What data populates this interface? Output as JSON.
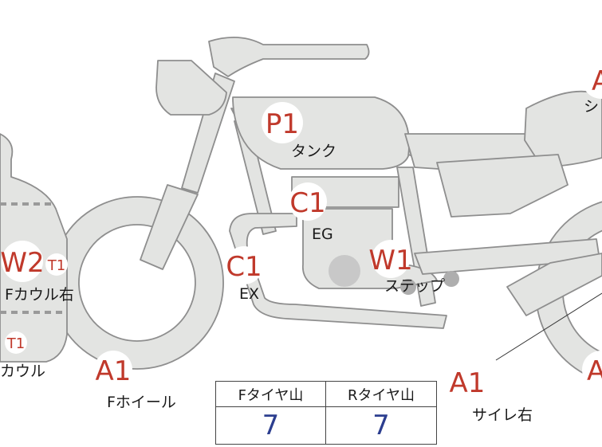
{
  "colors": {
    "body_fill": "#e3e4e2",
    "body_stroke": "#8e8e8e",
    "badge_fill": "#ffffff",
    "badge_text": "#c0392b",
    "value_text": "#2c3e8f",
    "hub_shadow": "#c8c8c8"
  },
  "badges": {
    "p1": "P1",
    "c1_eg": "C1",
    "c1_ex": "C1",
    "w1": "W1",
    "w2": "W2",
    "t1_a": "T1",
    "t1_b": "T1",
    "a1_fwheel": "A1",
    "a1_side": "A1",
    "a1_top": "A",
    "a1_right": "A"
  },
  "labels": {
    "tank": "タンク",
    "eg": "EG",
    "ex": "EX",
    "step": "ステップ",
    "fcowl_right": "Fカウル右",
    "cowl": "カウル",
    "fwheel": "Fホイール",
    "side_right": "サイレ右",
    "seat_partial": "シ"
  },
  "tread_table": {
    "front_header": "Fタイヤ山",
    "rear_header": "Rタイヤ山",
    "front_value": "7",
    "rear_value": "7"
  }
}
